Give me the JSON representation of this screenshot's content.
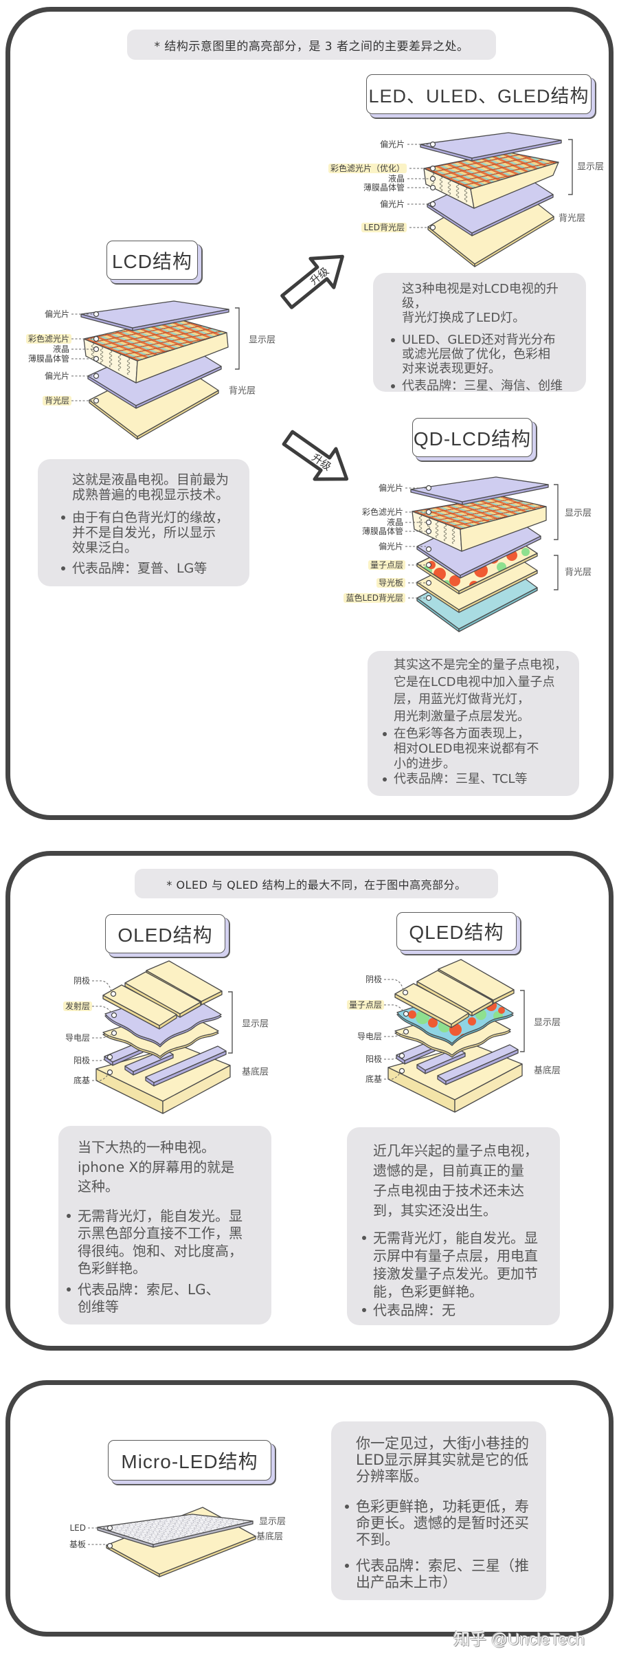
{
  "colors": {
    "page_background": "#ffffff",
    "frame_border": "#454545",
    "note_background": "#e8e7ea",
    "description_background": "#e6e5e8",
    "body_text": "#555555",
    "title_shadow": "#d3d1f0",
    "polarizer": "#cfcdf0",
    "layer_yellow": "#fcf1c4",
    "label_highlight": "#fbf3c6",
    "blue_led_layer": "#a9dce2",
    "quantum_dot_red": "#ef5b33",
    "quantum_dot_green": "#8ee08f",
    "quantum_dot_teal": "#8fd4e4"
  },
  "panel1": {
    "note": "* 结构示意图里的高亮部分，是 3 者之间的主要差异之处。",
    "upgrade": [
      "升级",
      "升级"
    ],
    "lcd": {
      "title": "LCD结构",
      "labels": [
        "偏光片",
        "彩色滤光片",
        "液晶",
        "薄膜晶体管",
        "偏光片",
        "背光层"
      ],
      "highlighted_labels": [
        "彩色滤光片",
        "背光层"
      ],
      "groups": [
        "显示层",
        "背光层"
      ],
      "desc": {
        "intro": [
          "这就是液晶电视。目前最为",
          "成熟普遍的电视显示技术。"
        ],
        "bullets": [
          [
            "由于有白色背光灯的缘故，",
            "并不是自发光，所以显示",
            "效果泛白。"
          ],
          [
            "代表品牌：夏普、LG等"
          ]
        ]
      }
    },
    "led": {
      "title": "LED、ULED、GLED结构",
      "labels": [
        "偏光片",
        "彩色滤光片（优化）",
        "液晶",
        "薄膜晶体管",
        "偏光片",
        "LED背光层"
      ],
      "highlighted_labels": [
        "彩色滤光片（优化）",
        "LED背光层"
      ],
      "groups": [
        "显示层",
        "背光层"
      ],
      "desc": {
        "intro": [
          "这3种电视是对LCD电视的升级，",
          "背光灯换成了LED灯。"
        ],
        "bullets": [
          [
            "ULED、GLED还对背光分布",
            "或滤光层做了优化，色彩相",
            "对来说表现更好。"
          ],
          [
            "代表品牌：三星、海信、创维"
          ]
        ]
      }
    },
    "qdlcd": {
      "title": "QD-LCD结构",
      "labels": [
        "偏光片",
        "彩色滤光片",
        "液晶",
        "薄膜晶体管",
        "偏光片",
        "量子点层",
        "导光板",
        "蓝色LED背光层"
      ],
      "highlighted_labels": [
        "量子点层",
        "导光板",
        "蓝色LED背光层"
      ],
      "groups": [
        "显示层",
        "背光层"
      ],
      "desc": {
        "intro": [
          "其实这不是完全的量子点电视，",
          "它是在LCD电视中加入量子点",
          "层，用蓝光灯做背光灯，",
          "用光刺激量子点层发光。"
        ],
        "bullets": [
          [
            "在色彩等各方面表现上，",
            "相对OLED电视来说都有不",
            "小的进步。"
          ],
          [
            "代表品牌：三星、TCL等"
          ]
        ]
      }
    }
  },
  "panel2": {
    "note": "* OLED 与 QLED 结构上的最大不同，在于图中高亮部分。",
    "oled": {
      "title": "OLED结构",
      "labels": [
        "阴极",
        "发射层",
        "导电层",
        "阳极",
        "底基"
      ],
      "highlighted_labels": [
        "发射层"
      ],
      "groups": [
        "显示层",
        "基底层"
      ],
      "desc": {
        "intro": [
          "当下大热的一种电视。",
          "iphone X的屏幕用的就是",
          "这种。"
        ],
        "bullets": [
          [
            "无需背光灯，能自发光。显",
            "示黑色部分直接不工作，黑",
            "得很纯。饱和、对比度高，",
            "色彩鲜艳。"
          ],
          [
            "代表品牌：索尼、LG、",
            "创维等"
          ]
        ]
      }
    },
    "qled": {
      "title": "QLED结构",
      "labels": [
        "阴极",
        "量子点层",
        "导电层",
        "阳极",
        "底基"
      ],
      "highlighted_labels": [
        "量子点层"
      ],
      "groups": [
        "显示层",
        "基底层"
      ],
      "desc": {
        "intro": [
          "近几年兴起的量子点电视，",
          "遗憾的是，目前真正的量",
          "子点电视由于技术还未达",
          "到，其实还没出生。"
        ],
        "bullets": [
          [
            "无需背光灯，能自发光。显",
            "示屏中有量子点层，用电直",
            "接激发量子点发光。更加节",
            "能，色彩更鲜艳。"
          ],
          [
            "代表品牌：无"
          ]
        ]
      }
    }
  },
  "panel3": {
    "microled": {
      "title": "Micro-LED结构",
      "labels": [
        "LED",
        "基板"
      ],
      "groups": [
        "显示层",
        "基底层"
      ],
      "desc": {
        "intro": [
          "你一定见过，大街小巷挂的",
          "LED显示屏其实就是它的低",
          "分辨率版。"
        ],
        "bullets": [
          [
            "色彩更鲜艳，功耗更低，寿",
            "命更长。遗憾的是暂时还买",
            "不到。"
          ],
          [
            "代表品牌：索尼、三星（推",
            "出产品未上市）"
          ]
        ]
      }
    }
  },
  "watermark": "知乎 @UncleTech"
}
